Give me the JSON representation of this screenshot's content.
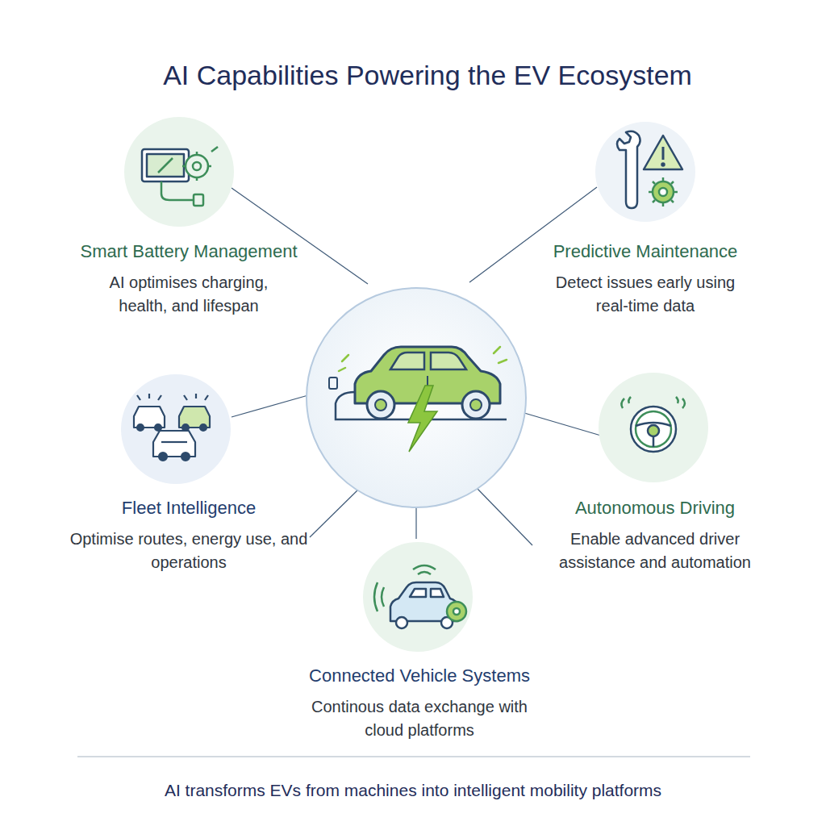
{
  "diagram": {
    "title": "AI Capabilities Powering the EV Ecosystem",
    "caption": "AI transforms EVs from machines into intelligent mobility platforms",
    "nodes": [
      {
        "text": [
          "Smart Battery Management",
          "AI optimises charging, health, and lifespan"
        ]
      },
      {
        "text": [
          "Predictive Maintenance",
          "Detect issues early using real-time data"
        ]
      },
      {
        "text": [
          "Fleet Intelligence",
          "Optimise routes, energy use, and operations"
        ]
      },
      {
        "text": [
          "Autonomous Driving",
          "Enable advanced driver assistance and automation"
        ]
      },
      {
        "text": [
          "Connected Vehicle Systems",
          "Continous data exchange with cloud platforms"
        ]
      }
    ]
  }
}
